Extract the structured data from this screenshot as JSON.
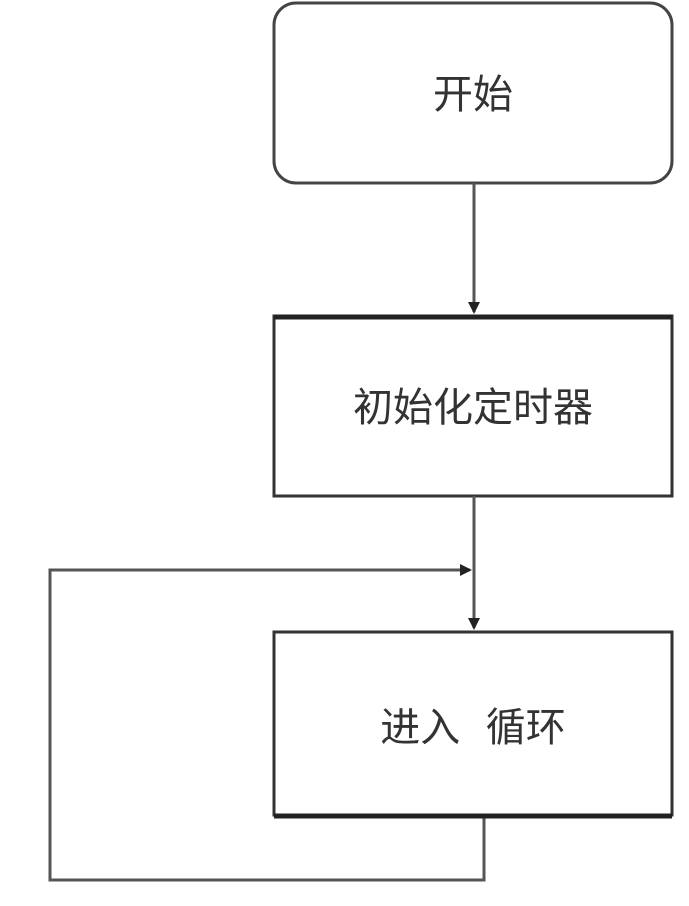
{
  "flowchart": {
    "nodes": [
      {
        "id": "start",
        "label": "开始",
        "shape": "rounded"
      },
      {
        "id": "init_timer",
        "label": "初始化定时器",
        "shape": "rect"
      },
      {
        "id": "loop",
        "label": "进入  循环",
        "shape": "rect"
      }
    ],
    "edges": [
      {
        "from": "start",
        "to": "init_timer"
      },
      {
        "from": "init_timer",
        "to": "loop"
      },
      {
        "from": "loop",
        "to": "loop",
        "type": "feedback"
      }
    ]
  },
  "colors": {
    "stroke": "#444444",
    "text": "#333333",
    "background": "#ffffff"
  }
}
